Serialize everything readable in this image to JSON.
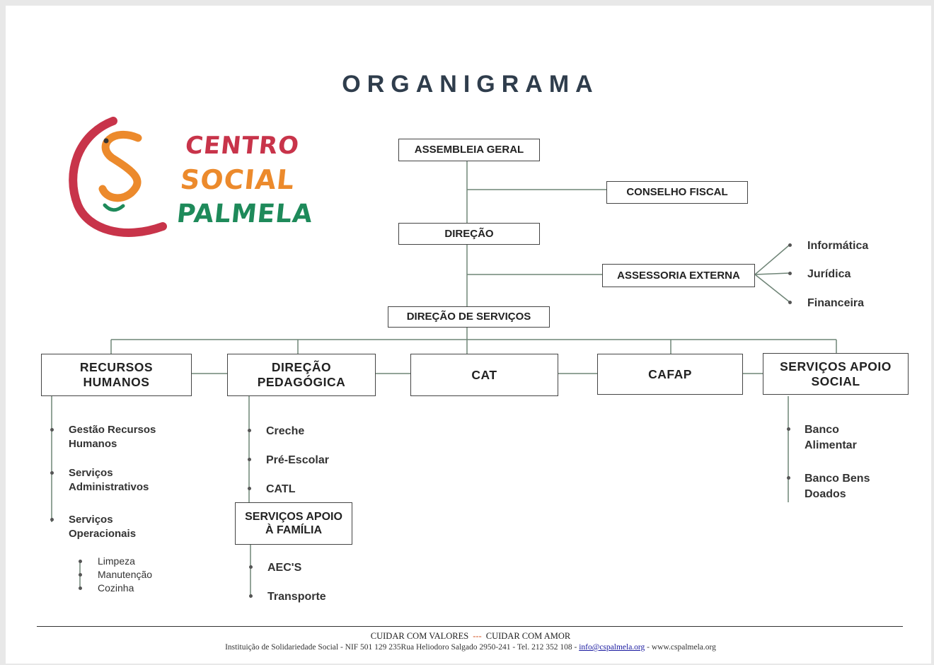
{
  "title": "ORGANIGRAMA",
  "logo": {
    "line1": "CENTRO",
    "line2": "SOCIAL",
    "line3": "PALMELA",
    "colors": {
      "red": "#c8344a",
      "orange": "#ec8a2c",
      "green": "#1e8a5a"
    }
  },
  "boxes": {
    "assembleia": "ASSEMBLEIA GERAL",
    "conselho": "CONSELHO FISCAL",
    "direcao": "DIREÇÃO",
    "assessoria": "ASSESSORIA EXTERNA",
    "direcao_servicos": "DIREÇÃO DE SERVIÇOS",
    "rh": "RECURSOS HUMANOS",
    "pedagogica": "DIREÇÃO PEDAGÓGICA",
    "cat": "CAT",
    "cafap": "CAFAP",
    "sas": "SERVIÇOS APOIO SOCIAL",
    "saf": "SERVIÇOS APOIO À FAMÍLIA"
  },
  "assessoria_items": [
    "Informática",
    "Jurídica",
    "Financeira"
  ],
  "rh_items": [
    "Gestão Recursos Humanos",
    "Serviços Administrativos",
    "Serviços Operacionais"
  ],
  "rh_subitems": [
    "Limpeza",
    "Manutenção",
    "Cozinha"
  ],
  "pedagogica_items": [
    "Creche",
    "Pré-Escolar",
    "CATL"
  ],
  "saf_items": [
    "AEC'S",
    "Transporte"
  ],
  "sas_items": [
    "Banco Alimentar",
    "Banco Bens Doados"
  ],
  "footer": {
    "tag_left": "CUIDAR COM VALORES",
    "tag_sep": "---",
    "tag_right": "CUIDAR COM AMOR",
    "address_pre": "Instituição de Solidariedade Social - NIF 501 129 235Rua Heliodoro Salgado 2950-241 - Tel. 212 352 108 - ",
    "email": "info@cspalmela.org",
    "address_post": " - www.cspalmela.org"
  }
}
